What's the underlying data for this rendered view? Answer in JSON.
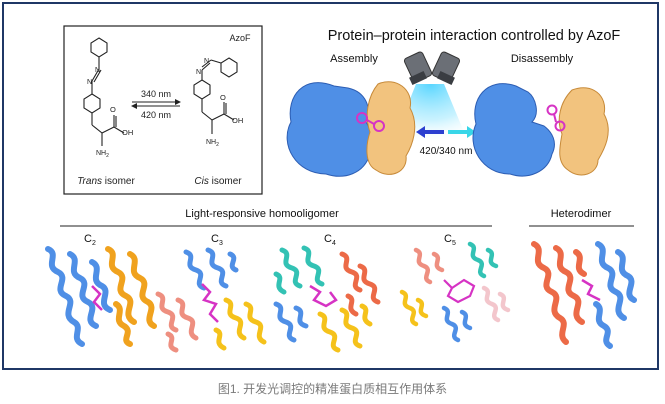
{
  "caption": "图1. 开发光调控的精准蛋白质相互作用体系",
  "panel_a": {
    "tag": "AzoF",
    "forward": "340 nm",
    "reverse": "420 nm",
    "oh": "OH",
    "nh2": "NH",
    "nh2_sub": "2",
    "trans_italic": "Trans",
    "cis_italic": "Cis",
    "isomer": " isomer"
  },
  "panel_b": {
    "title": "Protein–protein interaction controlled by AzoF",
    "assembly": "Assembly",
    "disassembly": "Disassembly",
    "light": "420/340 nm"
  },
  "panel_c": {
    "homo": "Light-responsive homooligomer",
    "hetero": "Heterodimer",
    "c2": "C",
    "c2_sub": "2",
    "c3": "C",
    "c3_sub": "3",
    "c4": "C",
    "c4_sub": "4",
    "c5": "C",
    "c5_sub": "5"
  },
  "colors": {
    "border": "#1f3766",
    "blue_protein": "#4f8fe6",
    "tan_protein": "#f2c37e",
    "magenta_azo": "#d633c4",
    "orange_helix": "#f0a21e",
    "salmon_helix": "#ee8f80",
    "teal_helix": "#33c2b4",
    "yellow_helix": "#f5c21b",
    "pink_helix": "#f3c6cc",
    "red_helix": "#ec6a47",
    "arrow_blue": "#2b3fd0",
    "arrow_cyan": "#38d6e8"
  }
}
